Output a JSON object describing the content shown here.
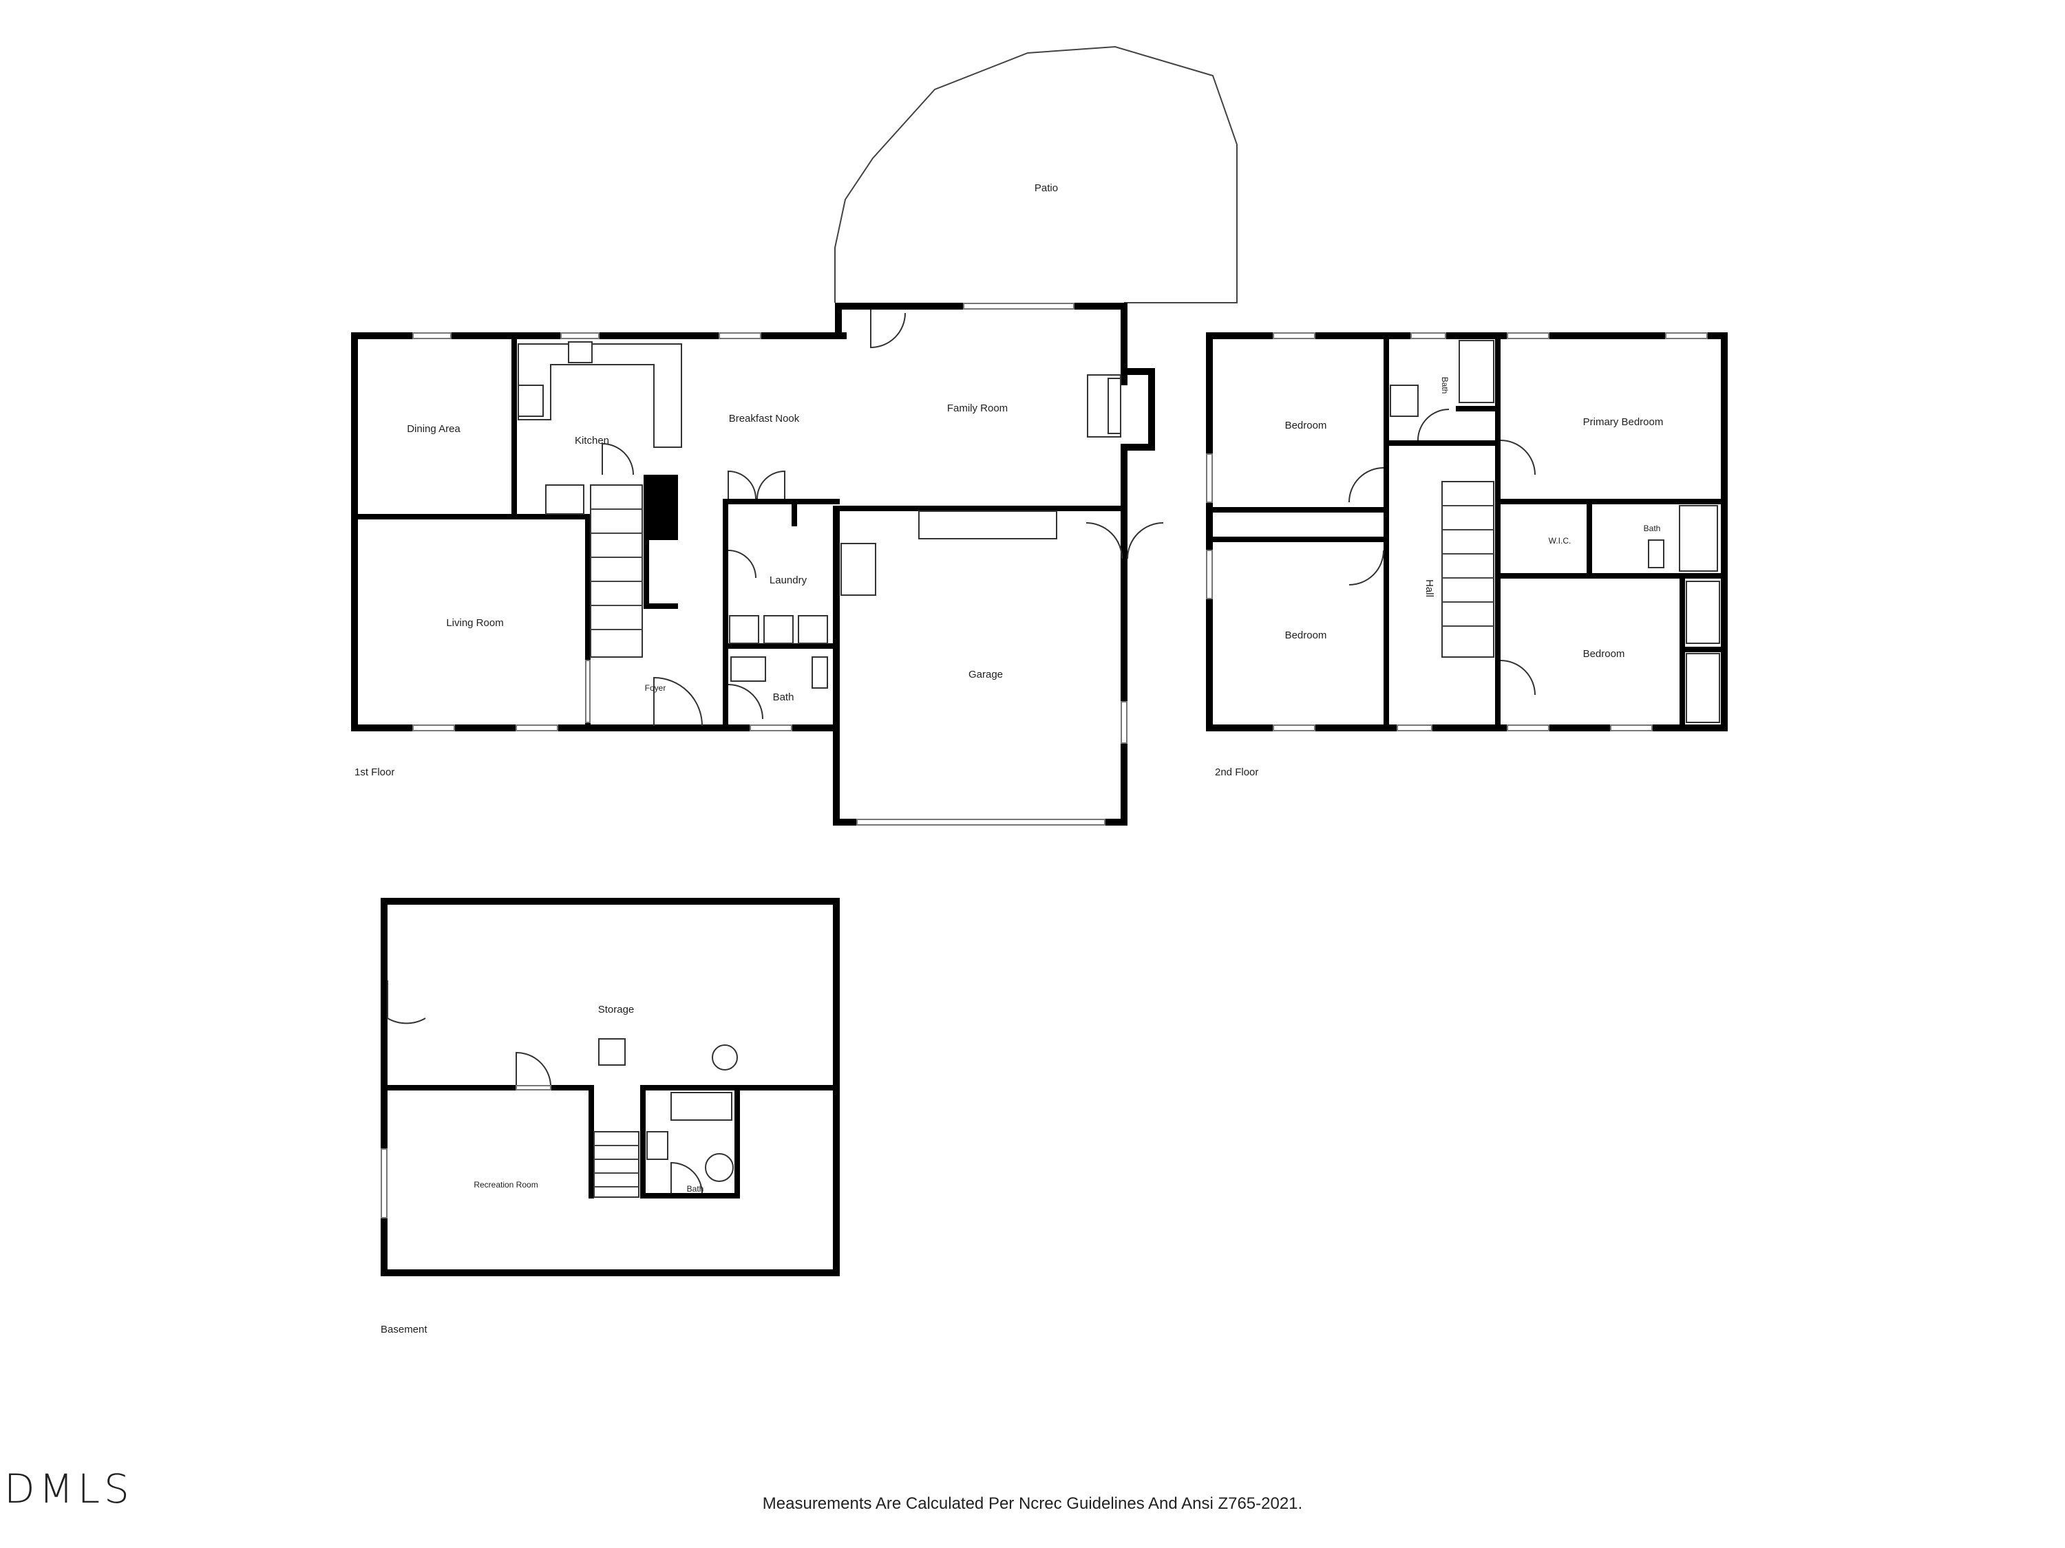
{
  "plan": {
    "first_floor": {
      "label": "1st Floor",
      "rooms": {
        "patio": "Patio",
        "dining": "Dining Area",
        "kitchen": "Kitchen",
        "breakfast": "Breakfast Nook",
        "family": "Family Room",
        "living": "Living Room",
        "laundry": "Laundry",
        "foyer": "Foyer",
        "bath": "Bath",
        "garage": "Garage"
      }
    },
    "second_floor": {
      "label": "2nd Floor",
      "rooms": {
        "bedroom_nw": "Bedroom",
        "bath_top": "Bath",
        "primary": "Primary Bedroom",
        "wic": "W.I.C.",
        "bath_primary": "Bath",
        "hall": "Hall",
        "bedroom_sw": "Bedroom",
        "bedroom_se": "Bedroom"
      }
    },
    "basement": {
      "label": "Basement",
      "rooms": {
        "storage": "Storage",
        "recreation": "Recreation Room",
        "bath": "Bath"
      }
    }
  },
  "footer": {
    "note": "Measurements Are Calculated Per Ncrec Guidelines And Ansi Z765-2021."
  },
  "logo": {
    "text": "DMLS"
  }
}
